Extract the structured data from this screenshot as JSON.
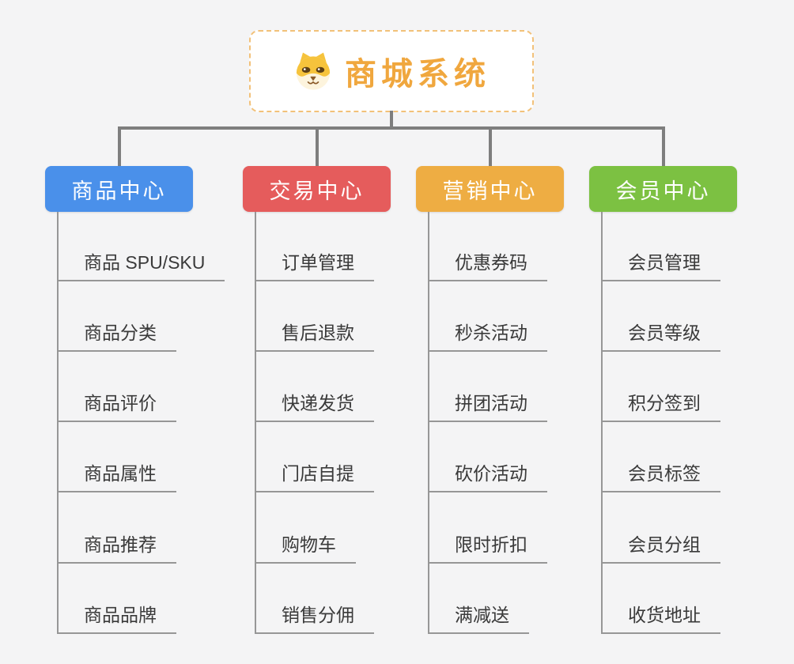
{
  "page": {
    "background_color": "#f4f4f5",
    "connector_color": "#7e7e7e",
    "child_line_color": "#979797"
  },
  "root": {
    "title": "商城系统",
    "title_color": "#f0a73e",
    "border_color": "#f2c179",
    "icon": "dog-face-icon"
  },
  "branches": [
    {
      "label": "商品中心",
      "color": "#4a90ea",
      "children": [
        "商品 SPU/SKU",
        "商品分类",
        "商品评价",
        "商品属性",
        "商品推荐",
        "商品品牌"
      ]
    },
    {
      "label": "交易中心",
      "color": "#e55c5c",
      "children": [
        "订单管理",
        "售后退款",
        "快递发货",
        "门店自提",
        "购物车",
        "销售分佣"
      ]
    },
    {
      "label": "营销中心",
      "color": "#eead43",
      "children": [
        "优惠券码",
        "秒杀活动",
        "拼团活动",
        "砍价活动",
        "限时折扣",
        "满减送"
      ]
    },
    {
      "label": "会员中心",
      "color": "#7cc142",
      "children": [
        "会员管理",
        "会员等级",
        "积分签到",
        "会员标签",
        "会员分组",
        "收货地址"
      ]
    }
  ]
}
